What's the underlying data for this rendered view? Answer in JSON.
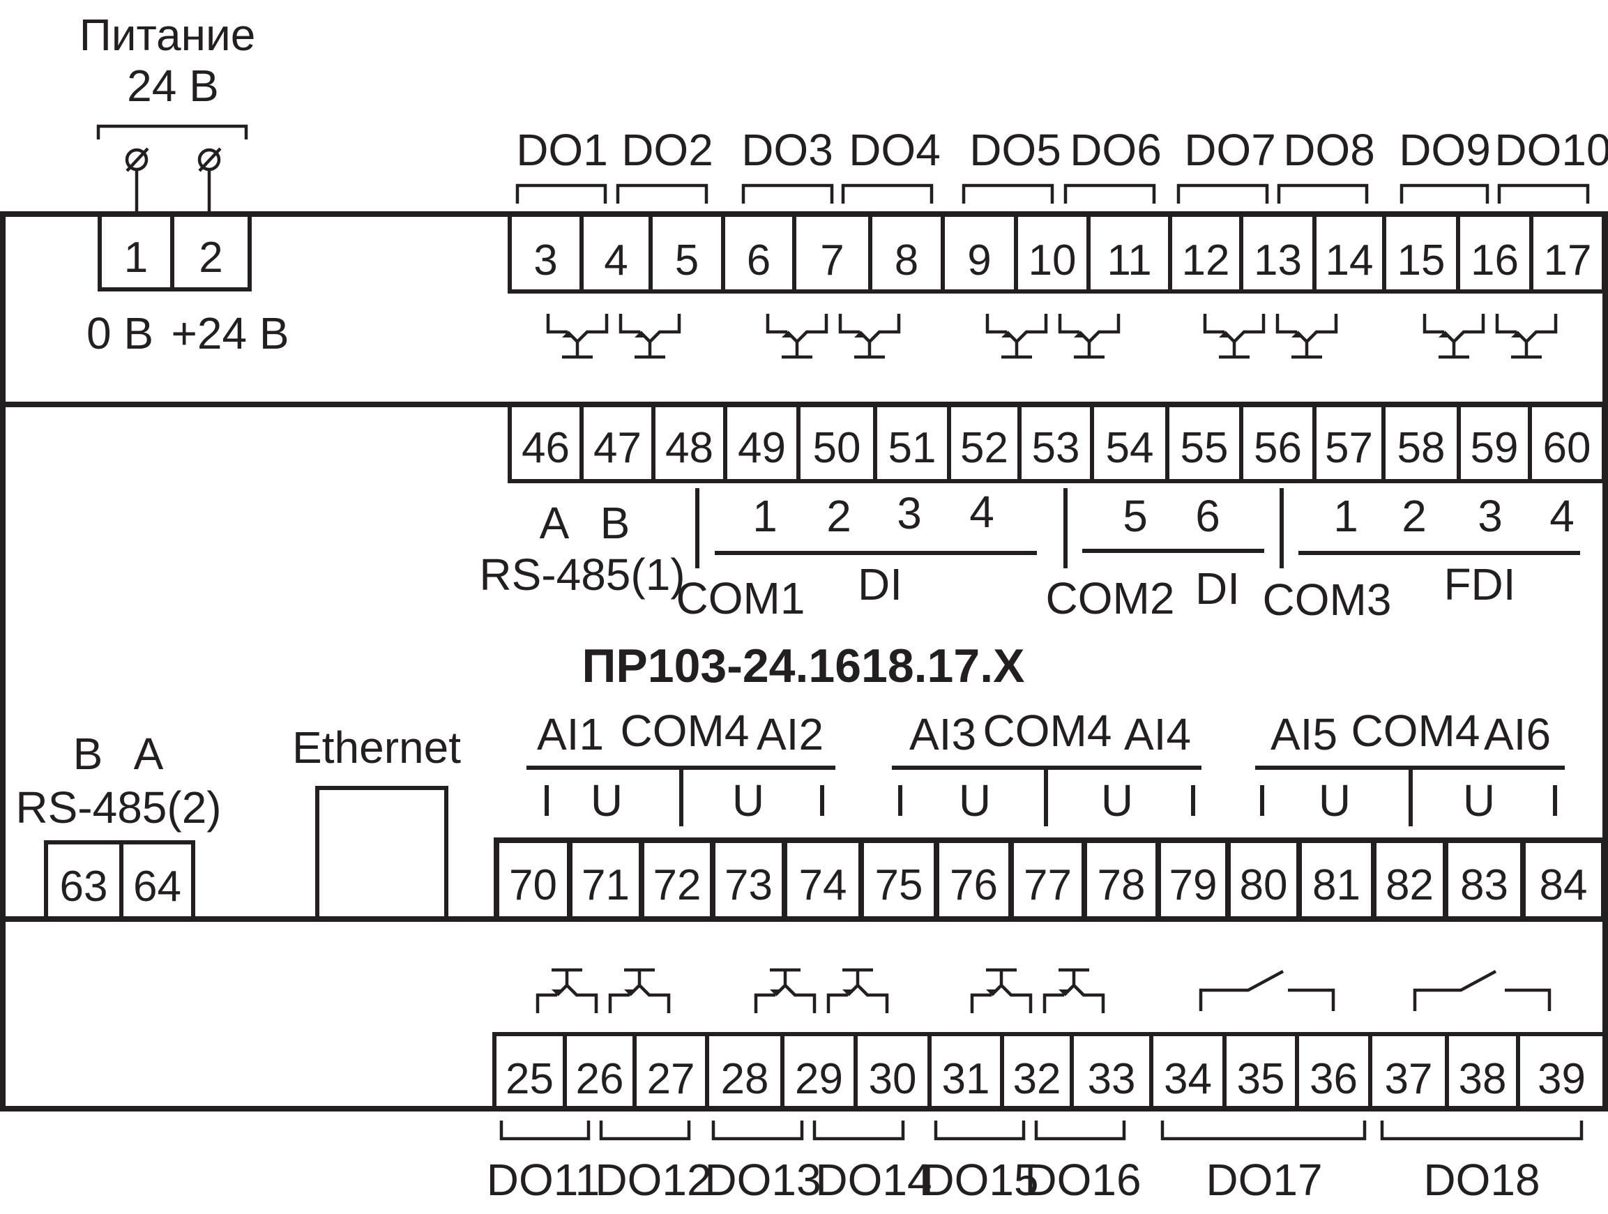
{
  "power": {
    "title_line1": "Питание",
    "title_line2": "24 В",
    "label_0v": "0 В",
    "label_24v": "+24 В"
  },
  "model": "ПР103-24.1618.17.X",
  "rs485_1": {
    "a": "A",
    "b": "B",
    "label": "RS-485(1)"
  },
  "rs485_2": {
    "b": "B",
    "a": "A",
    "label": "RS-485(2)"
  },
  "ethernet": "Ethernet",
  "top_row": [
    "3",
    "4",
    "5",
    "6",
    "7",
    "8",
    "9",
    "10",
    "11",
    "12",
    "13",
    "14",
    "15",
    "16",
    "17"
  ],
  "power_terminals": [
    "1",
    "2"
  ],
  "mid_row": [
    "46",
    "47",
    "48",
    "49",
    "50",
    "51",
    "52",
    "53",
    "54",
    "55",
    "56",
    "57",
    "58",
    "59",
    "60"
  ],
  "ai_row": [
    "70",
    "71",
    "72",
    "73",
    "74",
    "75",
    "76",
    "77",
    "78",
    "79",
    "80",
    "81",
    "82",
    "83",
    "84"
  ],
  "rs2_row": [
    "63",
    "64"
  ],
  "bottom_row": [
    "25",
    "26",
    "27",
    "28",
    "29",
    "30",
    "31",
    "32",
    "33",
    "34",
    "35",
    "36",
    "37",
    "38",
    "39"
  ],
  "do_top": [
    "DO1",
    "DO2",
    "DO3",
    "DO4",
    "DO5",
    "DO6",
    "DO7",
    "DO8",
    "DO9",
    "DO10"
  ],
  "do_bottom": [
    "DO11",
    "DO12",
    "DO13",
    "DO14",
    "DO15",
    "DO16",
    "DO17",
    "DO18"
  ],
  "di": {
    "group1_nums": [
      "1",
      "2",
      "3",
      "4"
    ],
    "group1_com": "COM1",
    "group1_label": "DI",
    "group2_nums": [
      "5",
      "6"
    ],
    "group2_com": "COM2",
    "group2_label": "DI",
    "group3_nums": [
      "1",
      "2",
      "3",
      "4"
    ],
    "group3_com": "COM3",
    "group3_label": "FDI"
  },
  "ai": {
    "groups": [
      {
        "left": "AI1",
        "com": "COM4",
        "right": "AI2"
      },
      {
        "left": "AI3",
        "com": "COM4",
        "right": "AI4"
      },
      {
        "left": "AI5",
        "com": "COM4",
        "right": "AI6"
      }
    ],
    "pin_i": "I",
    "pin_u": "U"
  }
}
